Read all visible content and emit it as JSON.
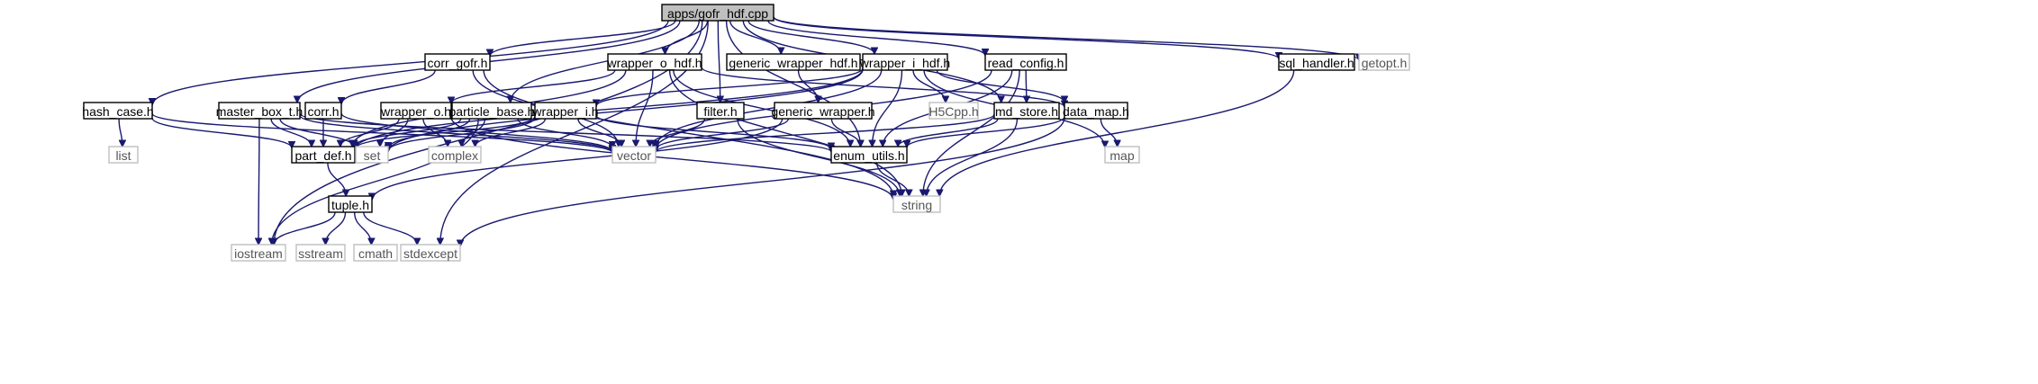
{
  "graph": {
    "root": "apps/gofr_hdf.cpp",
    "nodes": [
      {
        "id": "gofr_hdf_cpp",
        "label": "apps/gofr_hdf.cpp",
        "kind": "root"
      },
      {
        "id": "corr_gofr_h",
        "label": "corr_gofr.h",
        "kind": "project"
      },
      {
        "id": "wrapper_o_hdf_h",
        "label": "wrapper_o_hdf.h",
        "kind": "project"
      },
      {
        "id": "generic_wrapper_hdf_h",
        "label": "generic_wrapper_hdf.h",
        "kind": "project"
      },
      {
        "id": "wrapper_i_hdf_h",
        "label": "wrapper_i_hdf.h",
        "kind": "project"
      },
      {
        "id": "read_config_h",
        "label": "read_config.h",
        "kind": "project"
      },
      {
        "id": "sql_handler_h",
        "label": "sql_handler.h",
        "kind": "project"
      },
      {
        "id": "getopt_h",
        "label": "getopt.h",
        "kind": "system"
      },
      {
        "id": "hash_case_h",
        "label": "hash_case.h",
        "kind": "project"
      },
      {
        "id": "master_box_t_h",
        "label": "master_box_t.h",
        "kind": "project"
      },
      {
        "id": "corr_h",
        "label": "corr.h",
        "kind": "project"
      },
      {
        "id": "wrapper_o_h",
        "label": "wrapper_o.h",
        "kind": "project"
      },
      {
        "id": "particle_base_h",
        "label": "particle_base.h",
        "kind": "project"
      },
      {
        "id": "wrapper_i_h",
        "label": "wrapper_i.h",
        "kind": "project"
      },
      {
        "id": "filter_h",
        "label": "filter.h",
        "kind": "project"
      },
      {
        "id": "generic_wrapper_h",
        "label": "generic_wrapper.h",
        "kind": "project"
      },
      {
        "id": "H5Cpp_h",
        "label": "H5Cpp.h",
        "kind": "system"
      },
      {
        "id": "md_store_h",
        "label": "md_store.h",
        "kind": "project"
      },
      {
        "id": "data_map_h",
        "label": "data_map.h",
        "kind": "project"
      },
      {
        "id": "list",
        "label": "list",
        "kind": "system"
      },
      {
        "id": "part_def_h",
        "label": "part_def.h",
        "kind": "project"
      },
      {
        "id": "set",
        "label": "set",
        "kind": "system"
      },
      {
        "id": "complex",
        "label": "complex",
        "kind": "system"
      },
      {
        "id": "vector",
        "label": "vector",
        "kind": "system"
      },
      {
        "id": "enum_utils_h",
        "label": "enum_utils.h",
        "kind": "project"
      },
      {
        "id": "map",
        "label": "map",
        "kind": "system"
      },
      {
        "id": "tuple_h",
        "label": "tuple.h",
        "kind": "project"
      },
      {
        "id": "string",
        "label": "string",
        "kind": "system"
      },
      {
        "id": "iostream",
        "label": "iostream",
        "kind": "system"
      },
      {
        "id": "sstream",
        "label": "sstream",
        "kind": "system"
      },
      {
        "id": "cmath",
        "label": "cmath",
        "kind": "system"
      },
      {
        "id": "stdexcept",
        "label": "stdexcept",
        "kind": "system"
      }
    ],
    "edges": [
      [
        "gofr_hdf_cpp",
        "corr_gofr_h"
      ],
      [
        "gofr_hdf_cpp",
        "wrapper_o_hdf_h"
      ],
      [
        "gofr_hdf_cpp",
        "generic_wrapper_hdf_h"
      ],
      [
        "gofr_hdf_cpp",
        "wrapper_i_hdf_h"
      ],
      [
        "gofr_hdf_cpp",
        "read_config_h"
      ],
      [
        "gofr_hdf_cpp",
        "sql_handler_h"
      ],
      [
        "gofr_hdf_cpp",
        "getopt_h"
      ],
      [
        "gofr_hdf_cpp",
        "hash_case_h"
      ],
      [
        "gofr_hdf_cpp",
        "master_box_t_h"
      ],
      [
        "gofr_hdf_cpp",
        "particle_base_h"
      ],
      [
        "gofr_hdf_cpp",
        "filter_h"
      ],
      [
        "gofr_hdf_cpp",
        "md_store_h"
      ],
      [
        "gofr_hdf_cpp",
        "iostream"
      ],
      [
        "gofr_hdf_cpp",
        "stdexcept"
      ],
      [
        "gofr_hdf_cpp",
        "enum_utils_h"
      ],
      [
        "corr_gofr_h",
        "corr_h"
      ],
      [
        "corr_gofr_h",
        "vector"
      ],
      [
        "corr_gofr_h",
        "string"
      ],
      [
        "wrapper_o_hdf_h",
        "wrapper_o_h"
      ],
      [
        "wrapper_o_hdf_h",
        "part_def_h"
      ],
      [
        "wrapper_o_hdf_h",
        "vector"
      ],
      [
        "wrapper_o_hdf_h",
        "enum_utils_h"
      ],
      [
        "wrapper_o_hdf_h",
        "string"
      ],
      [
        "wrapper_o_hdf_h",
        "data_map_h"
      ],
      [
        "generic_wrapper_hdf_h",
        "generic_wrapper_h"
      ],
      [
        "wrapper_i_hdf_h",
        "wrapper_i_h"
      ],
      [
        "wrapper_i_hdf_h",
        "H5Cpp_h"
      ],
      [
        "wrapper_i_hdf_h",
        "data_map_h"
      ],
      [
        "wrapper_i_hdf_h",
        "part_def_h"
      ],
      [
        "wrapper_i_hdf_h",
        "vector"
      ],
      [
        "wrapper_i_hdf_h",
        "enum_utils_h"
      ],
      [
        "wrapper_i_hdf_h",
        "map"
      ],
      [
        "wrapper_i_hdf_h",
        "set"
      ],
      [
        "read_config_h",
        "md_store_h"
      ],
      [
        "read_config_h",
        "enum_utils_h"
      ],
      [
        "read_config_h",
        "string"
      ],
      [
        "read_config_h",
        "vector"
      ],
      [
        "sql_handler_h",
        "string"
      ],
      [
        "hash_case_h",
        "list"
      ],
      [
        "hash_case_h",
        "part_def_h"
      ],
      [
        "hash_case_h",
        "vector"
      ],
      [
        "master_box_t_h",
        "part_def_h"
      ],
      [
        "master_box_t_h",
        "iostream"
      ],
      [
        "master_box_t_h",
        "set"
      ],
      [
        "master_box_t_h",
        "vector"
      ],
      [
        "master_box_t_h",
        "enum_utils_h"
      ],
      [
        "corr_h",
        "part_def_h"
      ],
      [
        "corr_h",
        "vector"
      ],
      [
        "wrapper_o_h",
        "part_def_h"
      ],
      [
        "wrapper_o_h",
        "set"
      ],
      [
        "wrapper_o_h",
        "complex"
      ],
      [
        "wrapper_o_h",
        "string"
      ],
      [
        "particle_base_h",
        "part_def_h"
      ],
      [
        "particle_base_h",
        "vector"
      ],
      [
        "particle_base_h",
        "complex"
      ],
      [
        "particle_base_h",
        "set"
      ],
      [
        "particle_base_h",
        "iostream"
      ],
      [
        "wrapper_i_h",
        "part_def_h"
      ],
      [
        "wrapper_i_h",
        "set"
      ],
      [
        "wrapper_i_h",
        "complex"
      ],
      [
        "wrapper_i_h",
        "vector"
      ],
      [
        "wrapper_i_h",
        "enum_utils_h"
      ],
      [
        "filter_h",
        "vector"
      ],
      [
        "filter_h",
        "string"
      ],
      [
        "generic_wrapper_h",
        "enum_utils_h"
      ],
      [
        "generic_wrapper_h",
        "tuple_h"
      ],
      [
        "generic_wrapper_h",
        "vector"
      ],
      [
        "md_store_h",
        "vector"
      ],
      [
        "md_store_h",
        "enum_utils_h"
      ],
      [
        "md_store_h",
        "string"
      ],
      [
        "data_map_h",
        "map"
      ],
      [
        "data_map_h",
        "enum_utils_h"
      ],
      [
        "data_map_h",
        "stdexcept"
      ],
      [
        "part_def_h",
        "tuple_h"
      ],
      [
        "enum_utils_h",
        "string"
      ],
      [
        "tuple_h",
        "iostream"
      ],
      [
        "tuple_h",
        "sstream"
      ],
      [
        "tuple_h",
        "cmath"
      ],
      [
        "tuple_h",
        "stdexcept"
      ]
    ]
  }
}
